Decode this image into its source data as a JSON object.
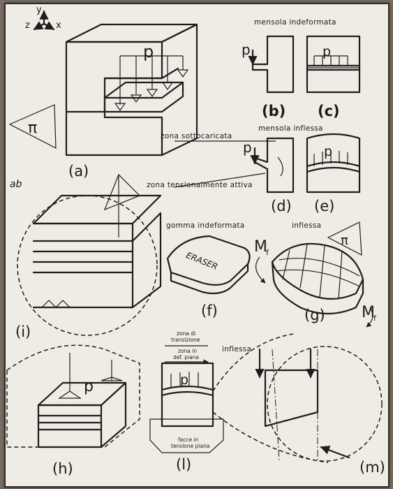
{
  "axes": {
    "y": "y",
    "z": "z",
    "x": "x"
  },
  "symbols": {
    "pi": "π",
    "p": "p",
    "mf": "M",
    "mf_sub": "f"
  },
  "headings": {
    "undeformed_bracket": "mensola indeformata",
    "bent_bracket": "mensola inflessa",
    "undeformed_eraser": "gomma indeformata",
    "bent": "inflessa",
    "bent_l": "inflessa"
  },
  "annotations": {
    "underloaded_zone": "zona sottocaricata",
    "stress_active_zone": "zona tensionalmente attiva",
    "transition_zone_1": "zona di",
    "transition_zone_2": "transizione",
    "plane_def_1": "zona in",
    "plane_def_2": "def. piana",
    "plane_stress_1": "facce in",
    "plane_stress_2": "tensione piana",
    "eraser_text": "ERASER",
    "side_scribble": "ab"
  },
  "panel_labels": {
    "a": "(a)",
    "b": "(b)",
    "c": "(c)",
    "d": "(d)",
    "e": "(e)",
    "f": "(f)",
    "g": "(g)",
    "h": "(h)",
    "i": "(i)",
    "l": "(l)",
    "m": "(m)"
  }
}
